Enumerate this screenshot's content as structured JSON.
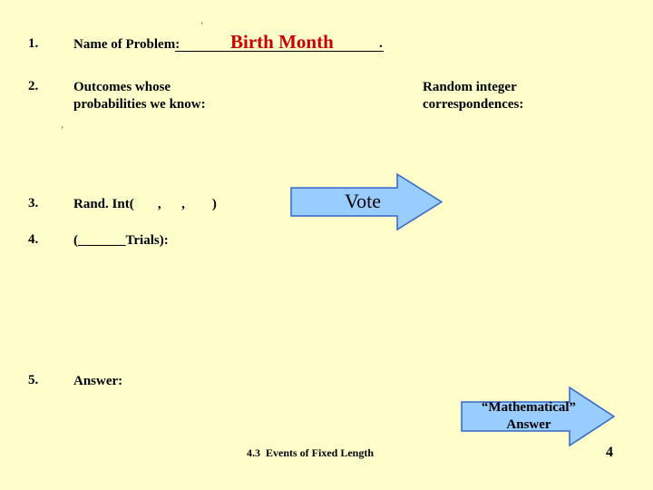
{
  "slide": {
    "background_color": "#ffffcc",
    "items": [
      {
        "number": "1.",
        "label": "Name of Problem:",
        "fill_in": "Birth Month",
        "fill_in_color": "#cc0000",
        "trailing": "."
      },
      {
        "number": "2.",
        "label": "Outcomes whose\nprobabilities we know:",
        "right_label": "Random integer\ncorrespondences:"
      },
      {
        "number": "3.",
        "label": "Rand. Int(       ,      ,        )"
      },
      {
        "number": "4.",
        "label": "(_______Trials):"
      },
      {
        "number": "5.",
        "label": "Answer:"
      }
    ],
    "stray_marks": [
      {
        "name": "quote-mark-top",
        "text": "'"
      },
      {
        "name": "quote-mark-middle",
        "text": "'"
      }
    ],
    "callouts": [
      {
        "name": "vote-arrow",
        "text": "Vote",
        "fill_color": "#99ccff",
        "border_color": "#3366cc"
      },
      {
        "name": "mathematical-answer-arrow",
        "text": "“Mathematical”\nAnswer",
        "fill_color": "#99ccff",
        "border_color": "#3366cc"
      }
    ],
    "footer": {
      "title": "4.3  Events of Fixed Length",
      "page_number": "4"
    }
  }
}
